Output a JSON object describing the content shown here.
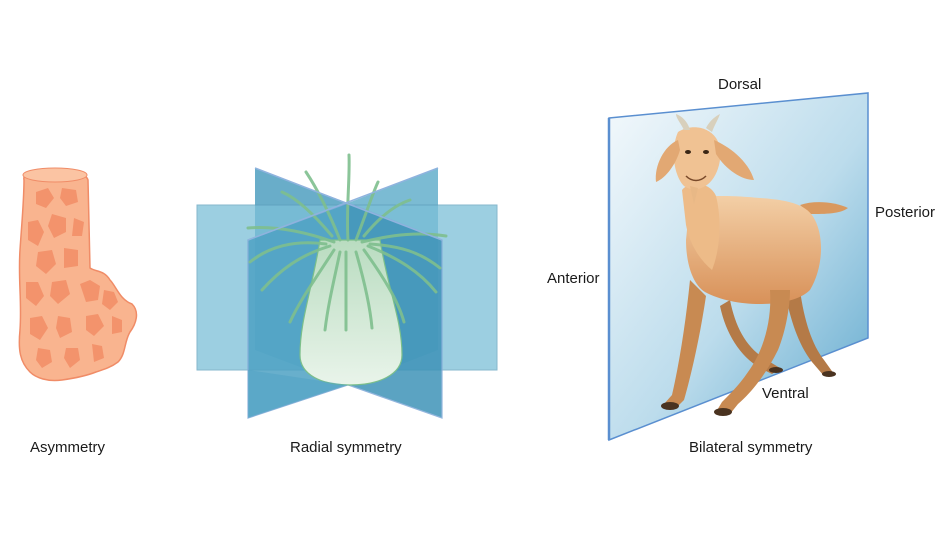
{
  "labels": {
    "asymmetry": "Asymmetry",
    "radial": "Radial symmetry",
    "bilateral": "Bilateral symmetry",
    "dorsal": "Dorsal",
    "posterior": "Posterior",
    "anterior": "Anterior",
    "ventral": "Ventral"
  },
  "colors": {
    "sponge": "#f9b48f",
    "sponge_spots": "#f3936c",
    "plane_blue": "#5fb1cc",
    "plane_dark": "#3e8fb0",
    "plane_light": "#e7f2f8",
    "anemone_body": "#dceee0",
    "anemone_tentacle": "#6aa97a",
    "goat": "#e0a36f",
    "goat_dark": "#9a6a3e"
  }
}
